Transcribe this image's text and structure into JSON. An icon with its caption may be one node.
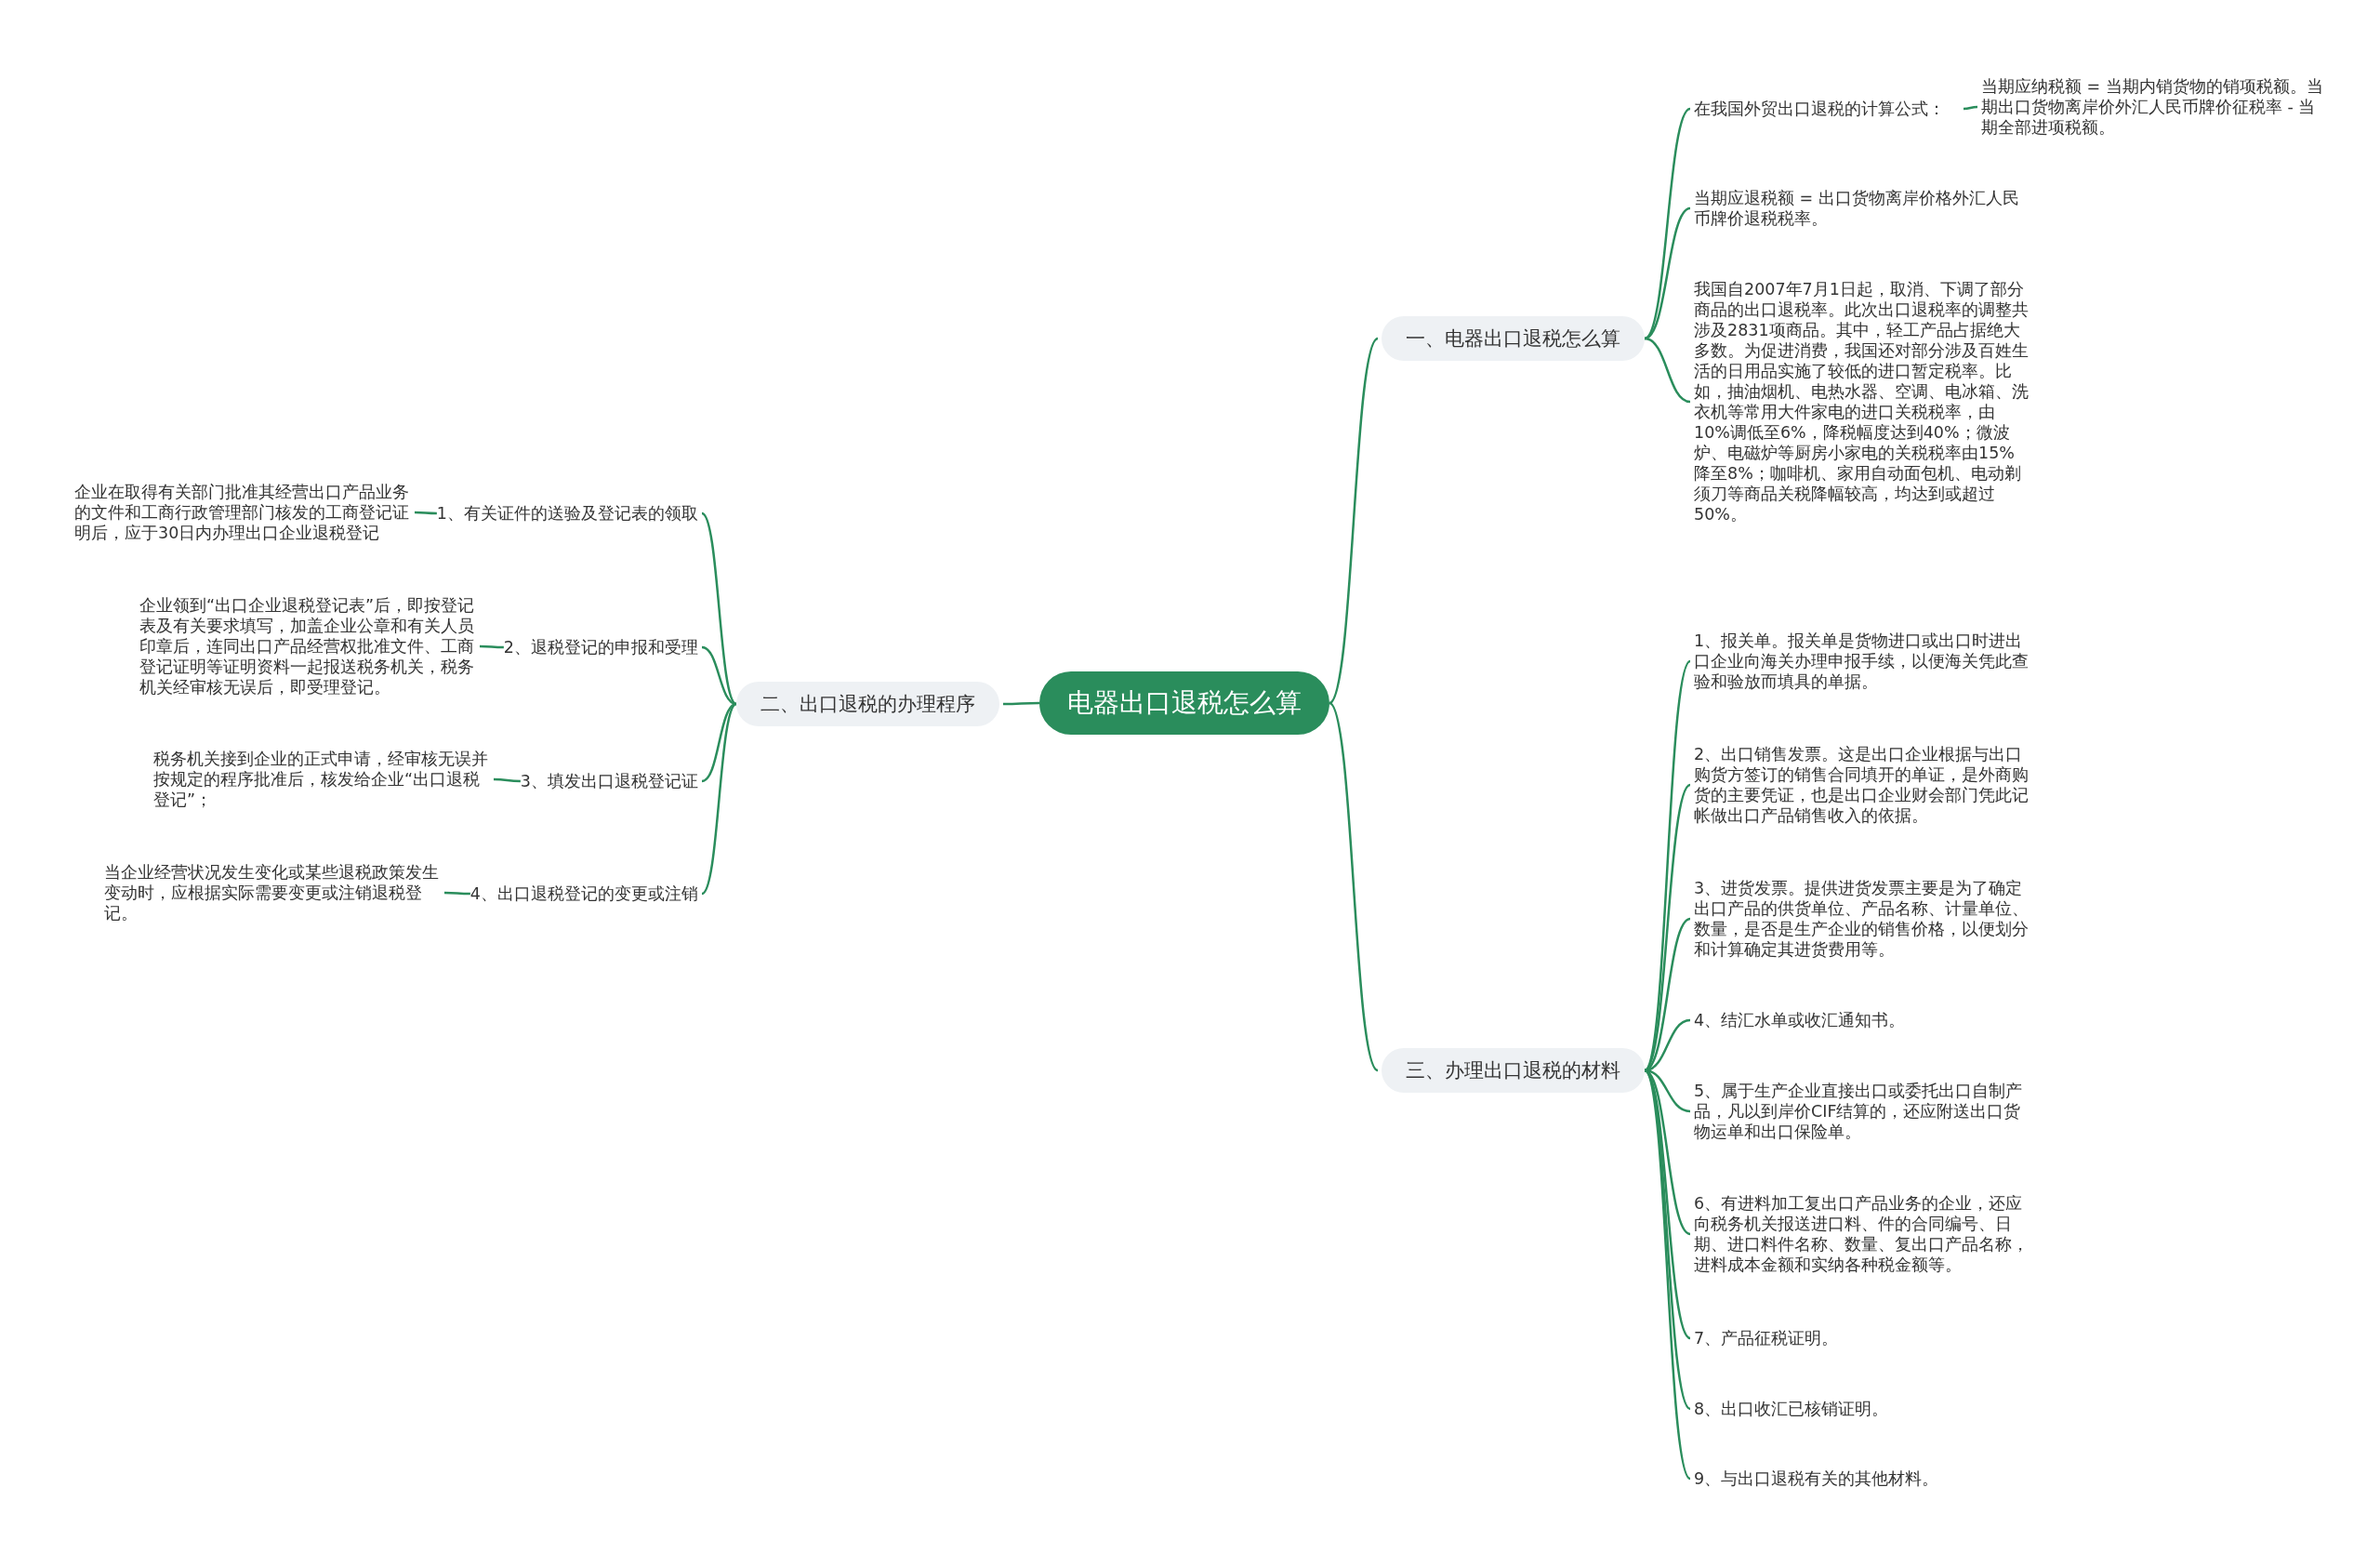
{
  "diagram": {
    "nodes": [
      {
        "text": [
          "电器出口退税怎么算"
        ]
      },
      {
        "text": [
          "一、电器出口退税怎么算"
        ]
      },
      {
        "text": [
          "在我国外贸出口退税的计算公式："
        ]
      },
      {
        "text": [
          "当期应纳税额 = 当期内销货物的销项税额。当期出口货物离岸价外汇人民币牌价征税率 - 当期全部进项税额。"
        ]
      },
      {
        "text": [
          "当期应退税额 = 出口货物离岸价格外汇人民币牌价退税税率。"
        ]
      },
      {
        "text": [
          "我国自2007年7月1日起，取消、下调了部分商品的出口退税率。此次出口退税率的调整共涉及2831项商品。其中，轻工产品占据绝大多数。为促进消费，我国还对部分涉及百姓生活的日用品实施了较低的进口暂定税率。比如，抽油烟机、电热水器、空调、电冰箱、洗衣机等常用大件家电的进口关税税率，由10%调低至6%，降税幅度达到40%；微波炉、电磁炉等厨房小家电的关税税率由15%降至8%；咖啡机、家用自动面包机、电动剃须刀等商品关税降幅较高，均达到或超过50%。"
        ]
      },
      {
        "text": [
          "二、出口退税的办理程序"
        ]
      },
      {
        "text": [
          "1、有关证件的送验及登记表的领取"
        ]
      },
      {
        "text": [
          "企业在取得有关部门批准其经营出口产品业务的文件和工商行政管理部门核发的工商登记证明后，应于30日内办理出口企业退税登记"
        ]
      },
      {
        "text": [
          "2、退税登记的申报和受理"
        ]
      },
      {
        "text": [
          "企业领到“出口企业退税登记表”后，即按登记表及有关要求填写，加盖企业公章和有关人员印章后，连同出口产品经营权批准文件、工商登记证明等证明资料一起报送税务机关，税务机关经审核无误后，即受理登记。"
        ]
      },
      {
        "text": [
          "3、填发出口退税登记证"
        ]
      },
      {
        "text": [
          "税务机关接到企业的正式申请，经审核无误并按规定的程序批准后，核发给企业“出口退税登记”；"
        ]
      },
      {
        "text": [
          "4、出口退税登记的变更或注销"
        ]
      },
      {
        "text": [
          "当企业经营状况发生变化或某些退税政策发生变动时，应根据实际需要变更或注销退税登记。"
        ]
      },
      {
        "text": [
          "三、办理出口退税的材料"
        ]
      },
      {
        "text": [
          "1、报关单。报关单是货物进口或出口时进出口企业向海关办理申报手续，以便海关凭此查验和验放而填具的单据。"
        ]
      },
      {
        "text": [
          "2、出口销售发票。这是出口企业根据与出口购货方签订的销售合同填开的单证，是外商购货的主要凭证，也是出口企业财会部门凭此记帐做出口产品销售收入的依据。"
        ]
      },
      {
        "text": [
          "3、进货发票。提供进货发票主要是为了确定出口产品的供货单位、产品名称、计量单位、数量，是否是生产企业的销售价格，以便划分和计算确定其进货费用等。"
        ]
      },
      {
        "text": [
          "4、结汇水单或收汇通知书。"
        ]
      },
      {
        "text": [
          "5、属于生产企业直接出口或委托出口自制产品，凡以到岸价CIF结算的，还应附送出口货物运单和出口保险单。"
        ]
      },
      {
        "text": [
          "6、有进料加工复出口产品业务的企业，还应向税务机关报送进口料、件的合同编号、日期、进口料件名称、数量、复出口产品名称，进料成本金额和实纳各种税金额等。"
        ]
      },
      {
        "text": [
          "7、产品征税证明。"
        ]
      },
      {
        "text": [
          "8、出口收汇已核销证明。"
        ]
      },
      {
        "text": [
          "9、与出口退税有关的其他材料。"
        ]
      }
    ],
    "edges": [
      {
        "from": 0,
        "to": 1,
        "arrow": "none"
      },
      {
        "from": 1,
        "to": 2,
        "arrow": "none"
      },
      {
        "from": 2,
        "to": 3,
        "arrow": "none"
      },
      {
        "from": 1,
        "to": 4,
        "arrow": "none"
      },
      {
        "from": 1,
        "to": 5,
        "arrow": "none"
      },
      {
        "from": 0,
        "to": 6,
        "arrow": "none"
      },
      {
        "from": 6,
        "to": 7,
        "arrow": "none"
      },
      {
        "from": 7,
        "to": 8,
        "arrow": "none"
      },
      {
        "from": 6,
        "to": 9,
        "arrow": "none"
      },
      {
        "from": 9,
        "to": 10,
        "arrow": "none"
      },
      {
        "from": 6,
        "to": 11,
        "arrow": "none"
      },
      {
        "from": 11,
        "to": 12,
        "arrow": "none"
      },
      {
        "from": 6,
        "to": 13,
        "arrow": "none"
      },
      {
        "from": 13,
        "to": 14,
        "arrow": "none"
      },
      {
        "from": 0,
        "to": 15,
        "arrow": "none"
      },
      {
        "from": 15,
        "to": 16,
        "arrow": "none"
      },
      {
        "from": 15,
        "to": 17,
        "arrow": "none"
      },
      {
        "from": 15,
        "to": 18,
        "arrow": "none"
      },
      {
        "from": 15,
        "to": 19,
        "arrow": "none"
      },
      {
        "from": 15,
        "to": 20,
        "arrow": "none"
      },
      {
        "from": 15,
        "to": 21,
        "arrow": "none"
      },
      {
        "from": 15,
        "to": 22,
        "arrow": "none"
      },
      {
        "from": 15,
        "to": 23,
        "arrow": "none"
      },
      {
        "from": 15,
        "to": 24,
        "arrow": "none"
      }
    ]
  }
}
